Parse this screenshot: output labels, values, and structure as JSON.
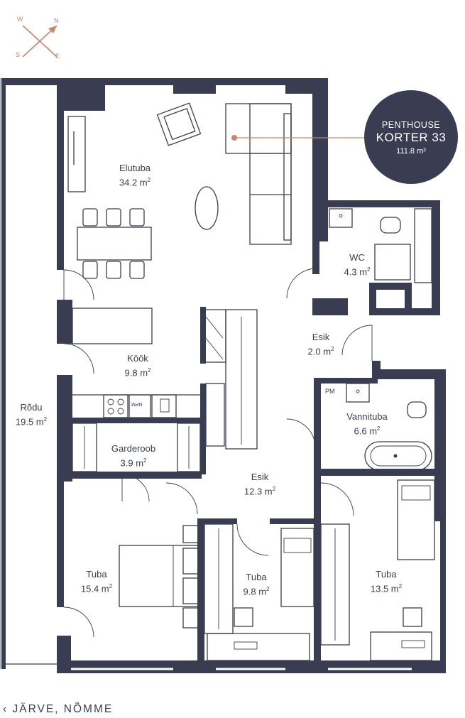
{
  "compass": {
    "w": "W",
    "n": "N",
    "s": "S",
    "e": "E"
  },
  "badge": {
    "line1": "PENTHOUSE",
    "line2": "KORTER 33",
    "area": "111.8",
    "unit": "m²"
  },
  "rooms": [
    {
      "name": "Elutuba",
      "area": "34.2 m"
    },
    {
      "name": "WC",
      "area": "4.3 m"
    },
    {
      "name": "Esik",
      "area": "2.0 m"
    },
    {
      "name": "Köök",
      "area": "9.8 m"
    },
    {
      "name": "Rõdu",
      "area": "19.5 m"
    },
    {
      "name": "Vannituba",
      "area": "6.6 m"
    },
    {
      "name": "Garderoob",
      "area": "3.9 m"
    },
    {
      "name": "Esik",
      "area": "12.3 m"
    },
    {
      "name": "Tuba",
      "area": "15.4 m"
    },
    {
      "name": "Tuba",
      "area": "9.8 m"
    },
    {
      "name": "Tuba",
      "area": "13.5 m"
    }
  ],
  "appliance": {
    "dishwasher": "NPM",
    "washer": "PM"
  },
  "location": {
    "arrow": "‹",
    "text": "JÄRVE, NÕMME"
  }
}
